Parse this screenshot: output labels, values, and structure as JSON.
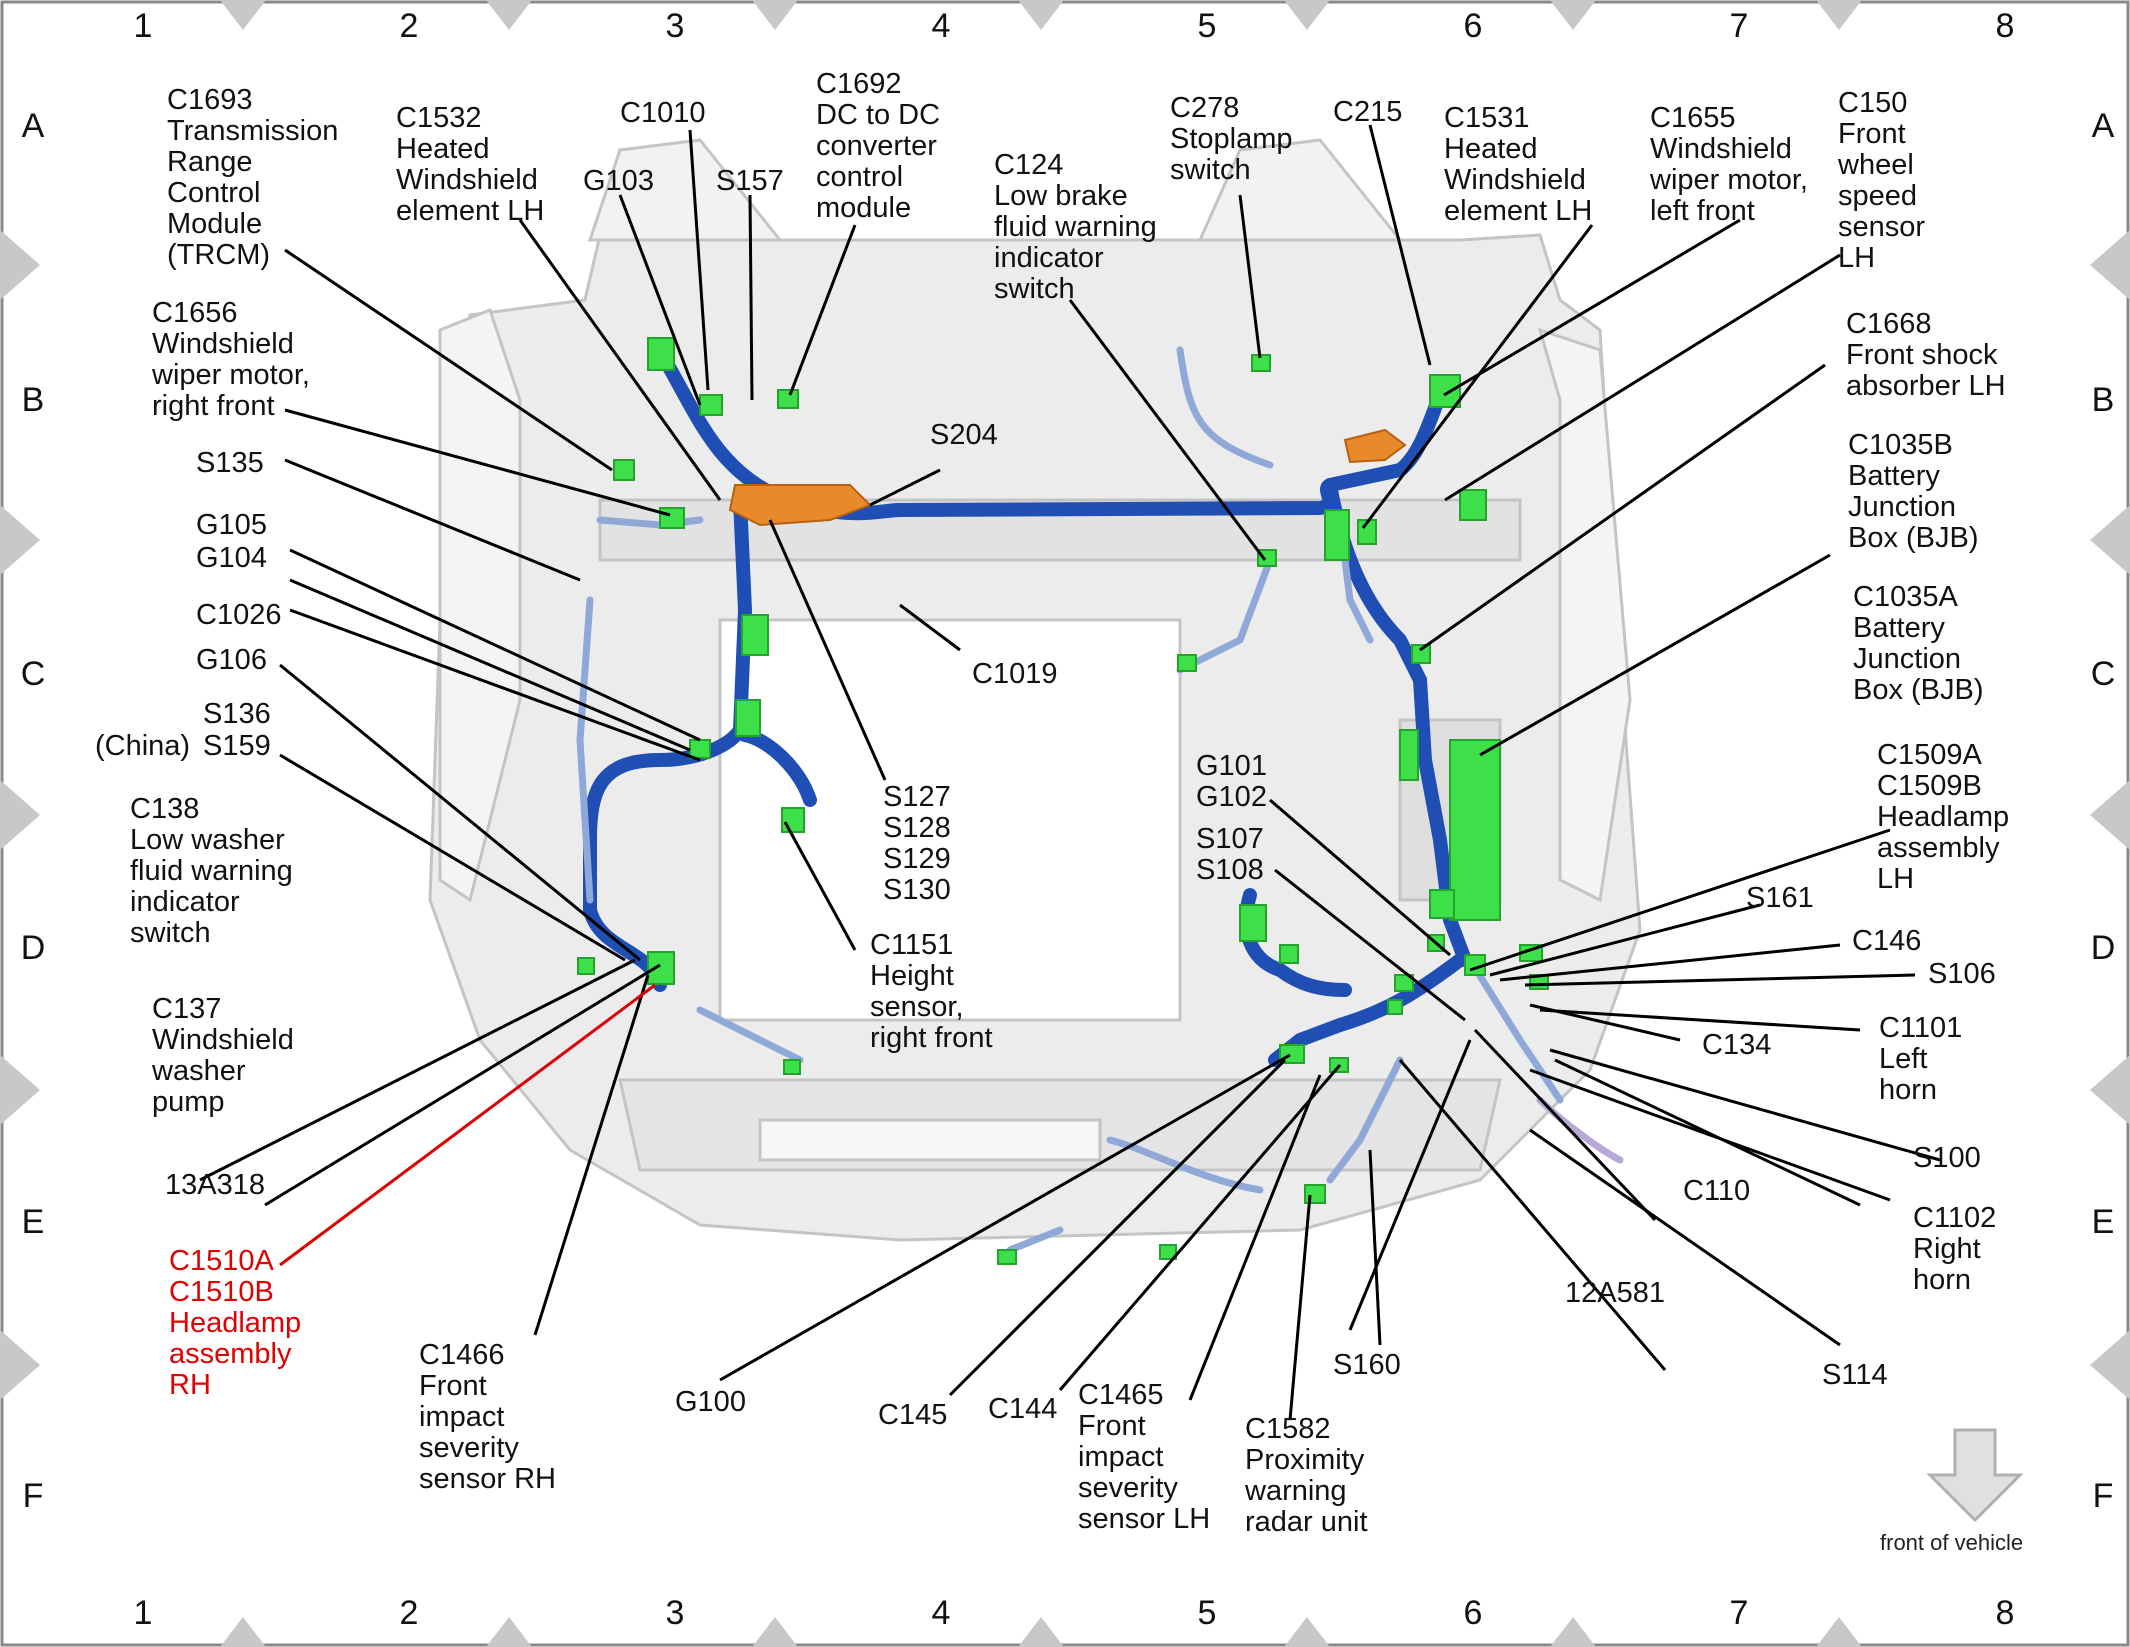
{
  "grid": {
    "columns": [
      "1",
      "2",
      "3",
      "4",
      "5",
      "6",
      "7",
      "8"
    ],
    "rows": [
      "A",
      "B",
      "C",
      "D",
      "E",
      "F"
    ]
  },
  "front_note": "front of vehicle",
  "colors": {
    "harness": "#1f4fb5",
    "harness_light": "#8fa8d8",
    "connector": "#3ee04a",
    "splice_pack": "#e88a2c",
    "highlight": "#e00000",
    "body": "#d8d8d8"
  },
  "labels": {
    "c1693": "C1693\nTransmission\nRange\nControl\nModule\n(TRCM)",
    "c1532": "C1532\nHeated\nWindshield\nelement LH",
    "c1010": "C1010",
    "g103": "G103",
    "s157": "S157",
    "c1692": "C1692\nDC to DC\nconverter\ncontrol\nmodule",
    "c124": "C124\nLow brake\nfluid warning\nindicator\nswitch",
    "c278": "C278\nStoplamp\nswitch",
    "c215": "C215",
    "c1531": "C1531\nHeated\nWindshield\nelement LH",
    "c1655": "C1655\nWindshield\nwiper motor,\nleft front",
    "c150": "C150\nFront\nwheel\nspeed\nsensor\nLH",
    "c1656": "C1656\nWindshield\nwiper motor,\nright front",
    "s204": "S204",
    "c1668": "C1668\nFront shock\nabsorber LH",
    "s135": "S135",
    "c1035b": "C1035B\nBattery\nJunction\nBox (BJB)",
    "g105": "G105",
    "g104": "G104",
    "c1026": "C1026",
    "c1019": "C1019",
    "c1035a": "C1035A\nBattery\nJunction\nBox (BJB)",
    "g106": "G106",
    "s136": "S136",
    "china": "(China)",
    "s159": "S159",
    "s127": "S127\nS128\nS129\nS130",
    "g101": "G101\nG102",
    "c1509": "C1509A\nC1509B\nHeadlamp\nassembly\nLH",
    "c138": "C138\nLow washer\nfluid warning\nindicator\nswitch",
    "s107": "S107\nS108",
    "s161": "S161",
    "c1151": "C1151\nHeight\nsensor,\nright front",
    "c146": "C146",
    "s106": "S106",
    "c137": "C137\nWindshield\nwasher\npump",
    "c1101": "C1101\nLeft\nhorn",
    "c134": "C134",
    "s100": "S100",
    "a13a318": "13A318",
    "c110": "C110",
    "c1102": "C1102\nRight\nhorn",
    "c1510": "C1510A\nC1510B\nHeadlamp\nassembly\nRH",
    "a12a581": "12A581",
    "c1466": "C1466\nFront\nimpact\nseverity\nsensor RH",
    "s160": "S160",
    "s114": "S114",
    "g100": "G100",
    "c145": "C145",
    "c144": "C144",
    "c1465": "C1465\nFront\nimpact\nseverity\nsensor LH",
    "c1582": "C1582\nProximity\nwarning\nradar unit"
  }
}
